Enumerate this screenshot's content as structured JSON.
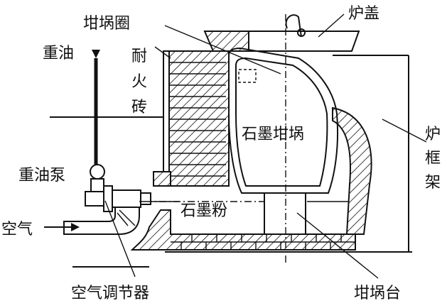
{
  "labels": {
    "crucible_ring": "坩埚圈",
    "furnace_lid": "炉盖",
    "heavy_oil": "重油",
    "refractory_brick_1": "耐",
    "refractory_brick_2": "火",
    "refractory_brick_3": "砖",
    "graphite_crucible": "石墨坩埚",
    "furnace_frame_1": "炉",
    "furnace_frame_2": "框",
    "furnace_frame_3": "架",
    "heavy_oil_pump": "重油泵",
    "graphite_powder": "石墨粉",
    "air": "空气",
    "air_regulator": "空气调节器",
    "crucible_stand": "坩埚台"
  }
}
